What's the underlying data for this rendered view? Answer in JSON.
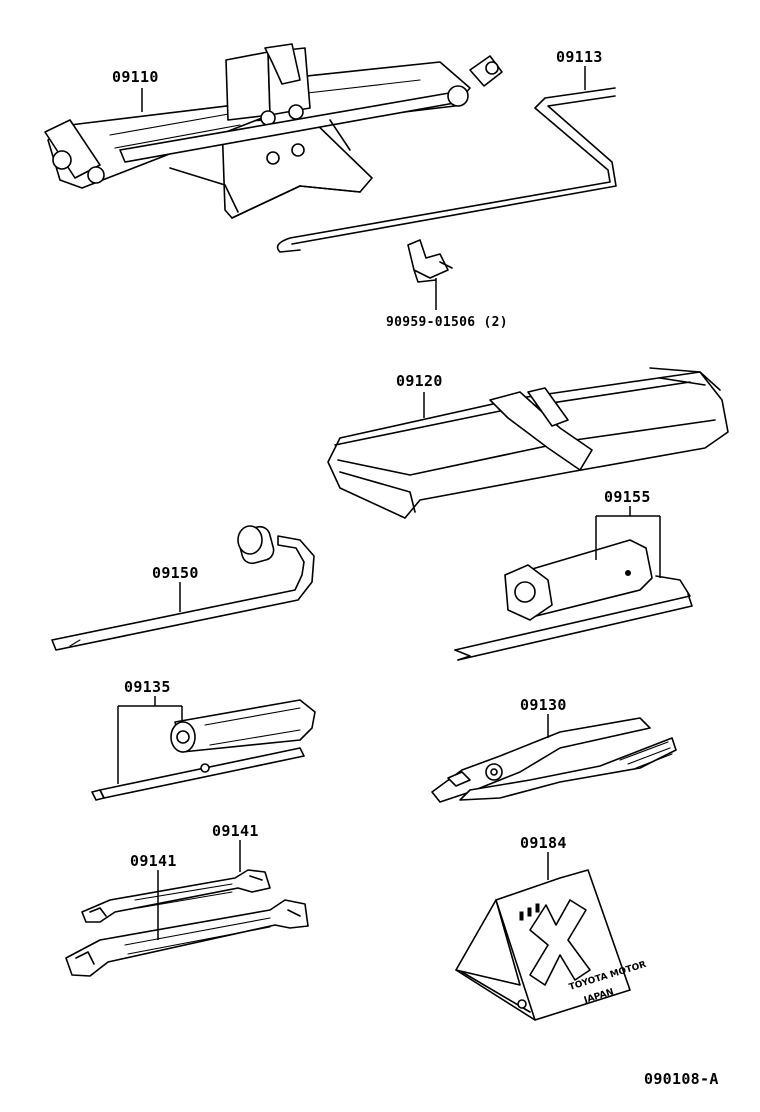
{
  "diagram": {
    "figure_code": "090108-A",
    "parts": [
      {
        "id": "jack",
        "number": "09110"
      },
      {
        "id": "jack-handle",
        "number": "09113"
      },
      {
        "id": "clamp",
        "number": "90959-01506 (2)"
      },
      {
        "id": "tool-bag",
        "number": "09120"
      },
      {
        "id": "wheel-nut-wrench",
        "number": "09150"
      },
      {
        "id": "plug-wrench",
        "number": "09155"
      },
      {
        "id": "screwdriver",
        "number": "09135"
      },
      {
        "id": "pliers",
        "number": "09130"
      },
      {
        "id": "wrench-upper",
        "number": "09141"
      },
      {
        "id": "wrench-lower",
        "number": "09141"
      },
      {
        "id": "wheel-chock",
        "number": "09184"
      }
    ],
    "chock_embossing": {
      "line1": "TOYOTA MOTOR",
      "line2": "JAPAN"
    }
  }
}
